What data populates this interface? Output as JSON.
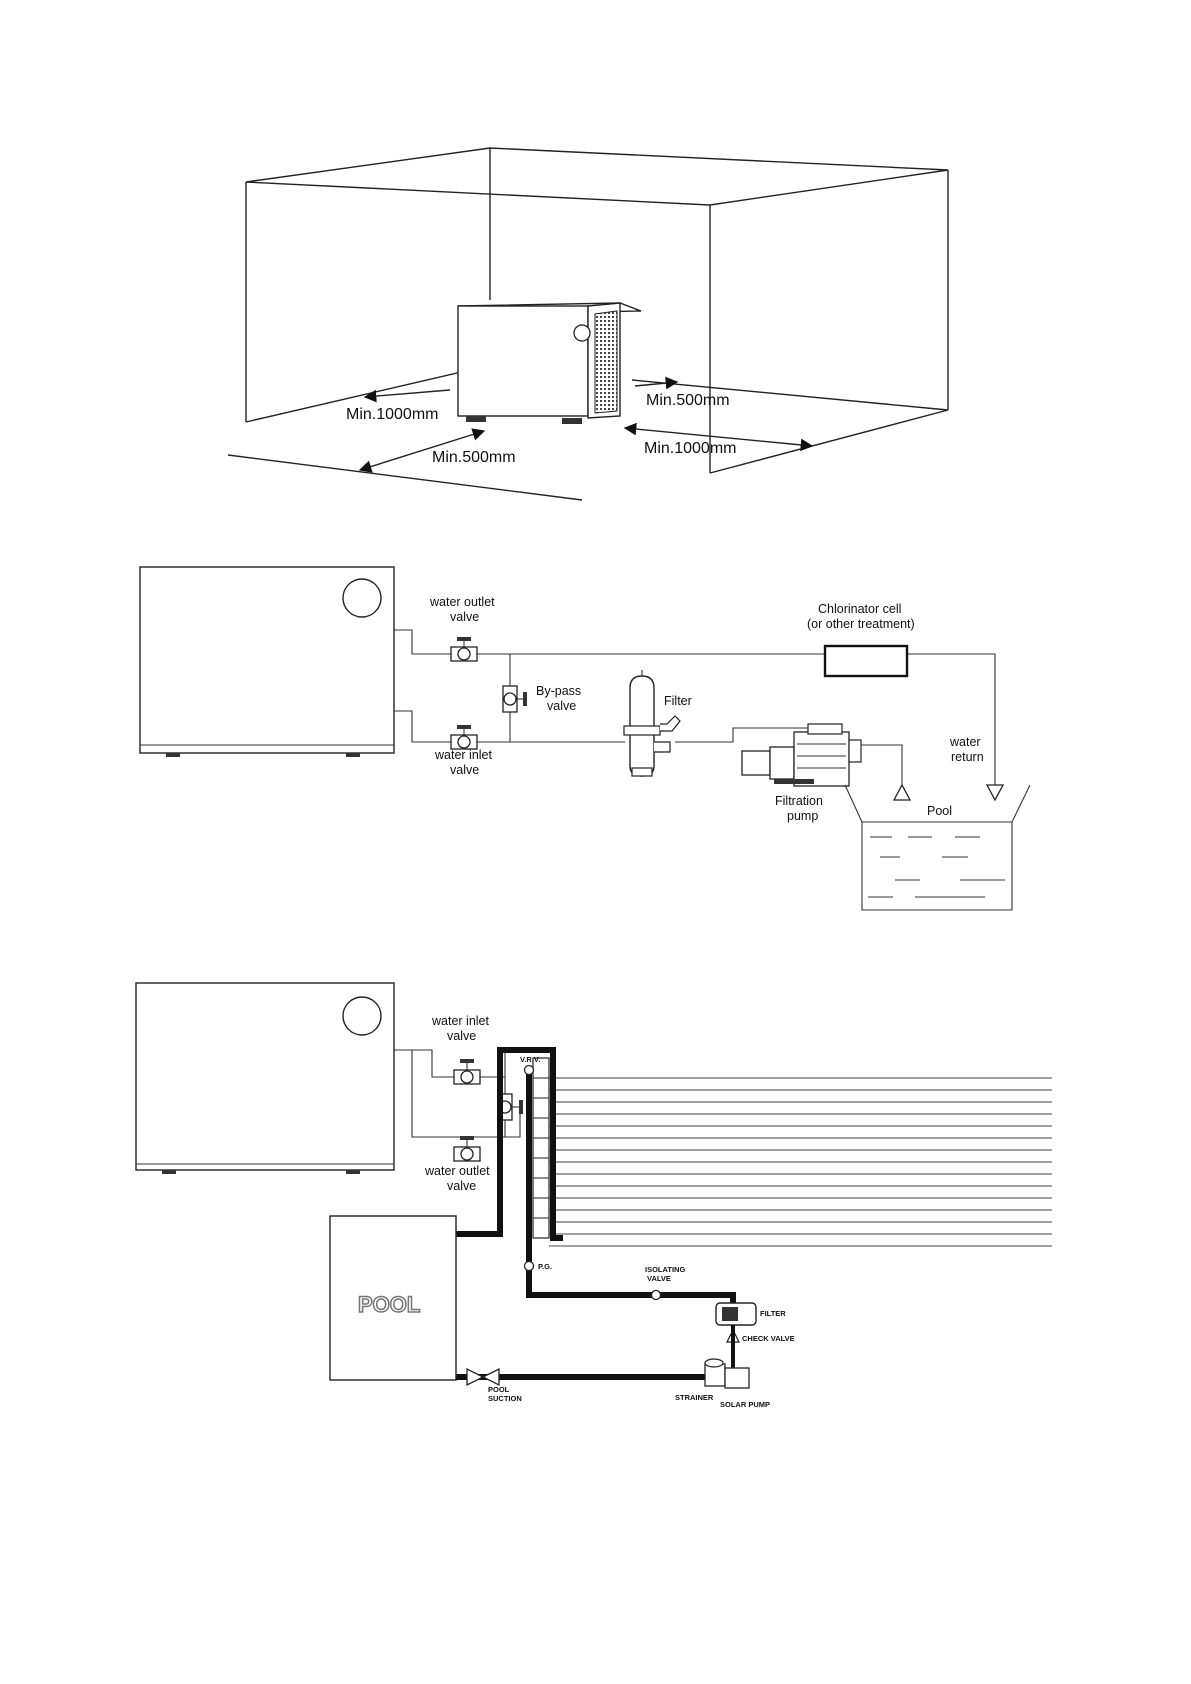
{
  "installation_clearance": {
    "labels": {
      "left": "Min.1000mm",
      "rear": "Min.500mm",
      "front": "Min.500mm",
      "right": "Min.1000mm"
    }
  },
  "standard_piping": {
    "water_outlet_valve": [
      "water outlet",
      "valve"
    ],
    "water_inlet_valve": [
      "water inlet",
      "valve"
    ],
    "bypass_valve": [
      "By-pass",
      "valve"
    ],
    "chlorinator": [
      "Chlorinator cell",
      "(or other treatment)"
    ],
    "filter": "Filter",
    "water_return": [
      "water",
      "return"
    ],
    "filtration_pump": [
      "Filtration",
      "pump"
    ],
    "pool": "Pool"
  },
  "solar_piping": {
    "water_inlet_valve": [
      "water inlet",
      "valve"
    ],
    "water_outlet_valve": [
      "water outlet",
      "valve"
    ],
    "vrv": "V.R.V.",
    "pg": "P.G.",
    "isolating_valve": [
      "ISOLATING",
      "VALVE"
    ],
    "filter": "FILTER",
    "check_valve": "CHECK VALVE",
    "pool_suction": [
      "POOL",
      "SUCTION"
    ],
    "strainer": "STRAINER",
    "solar_pump": "SOLAR PUMP",
    "pool": "POOL"
  }
}
